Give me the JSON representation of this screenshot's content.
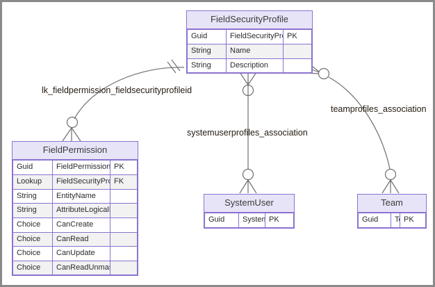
{
  "diagram": {
    "type": "entity-relationship-diagram",
    "background": "#ffffff",
    "border_color": "#8a8a8a",
    "entity_border_color": "#8b72d0",
    "entity_header_fill": "#e8e4f8",
    "label_color": "#241a10"
  },
  "entities": [
    {
      "id": "fieldsecurityprofile",
      "name": "FieldSecurityProfile",
      "attributes": [
        {
          "type": "Guid",
          "name": "FieldSecurityProfileId",
          "key": "PK"
        },
        {
          "type": "String",
          "name": "Name",
          "key": ""
        },
        {
          "type": "String",
          "name": "Description",
          "key": ""
        }
      ]
    },
    {
      "id": "fieldpermission",
      "name": "FieldPermission",
      "attributes": [
        {
          "type": "Guid",
          "name": "FieldPermissionId",
          "key": "PK"
        },
        {
          "type": "Lookup",
          "name": "FieldSecurityProfileId",
          "key": "FK"
        },
        {
          "type": "String",
          "name": "EntityName",
          "key": ""
        },
        {
          "type": "String",
          "name": "AttributeLogicalName",
          "key": ""
        },
        {
          "type": "Choice",
          "name": "CanCreate",
          "key": ""
        },
        {
          "type": "Choice",
          "name": "CanRead",
          "key": ""
        },
        {
          "type": "Choice",
          "name": "CanUpdate",
          "key": ""
        },
        {
          "type": "Choice",
          "name": "CanReadUnmasked",
          "key": ""
        }
      ]
    },
    {
      "id": "systemuser",
      "name": "SystemUser",
      "attributes": [
        {
          "type": "Guid",
          "name": "SystemUserId",
          "key": "PK"
        }
      ]
    },
    {
      "id": "team",
      "name": "Team",
      "attributes": [
        {
          "type": "Guid",
          "name": "TeamID",
          "key": "PK"
        }
      ]
    }
  ],
  "relationships": [
    {
      "id": "lk_fieldpermission",
      "label": "lk_fieldpermission_fieldsecurityprofileid",
      "from": "FieldSecurityProfile",
      "to": "FieldPermission",
      "from_cardinality": "one-and-only-one",
      "to_cardinality": "zero-or-many"
    },
    {
      "id": "systemuserprofiles",
      "label": "systemuserprofiles_association",
      "from": "FieldSecurityProfile",
      "to": "SystemUser",
      "from_cardinality": "zero-or-many",
      "to_cardinality": "zero-or-many"
    },
    {
      "id": "teamprofiles",
      "label": "teamprofiles_association",
      "from": "FieldSecurityProfile",
      "to": "Team",
      "from_cardinality": "zero-or-many",
      "to_cardinality": "zero-or-many"
    }
  ]
}
